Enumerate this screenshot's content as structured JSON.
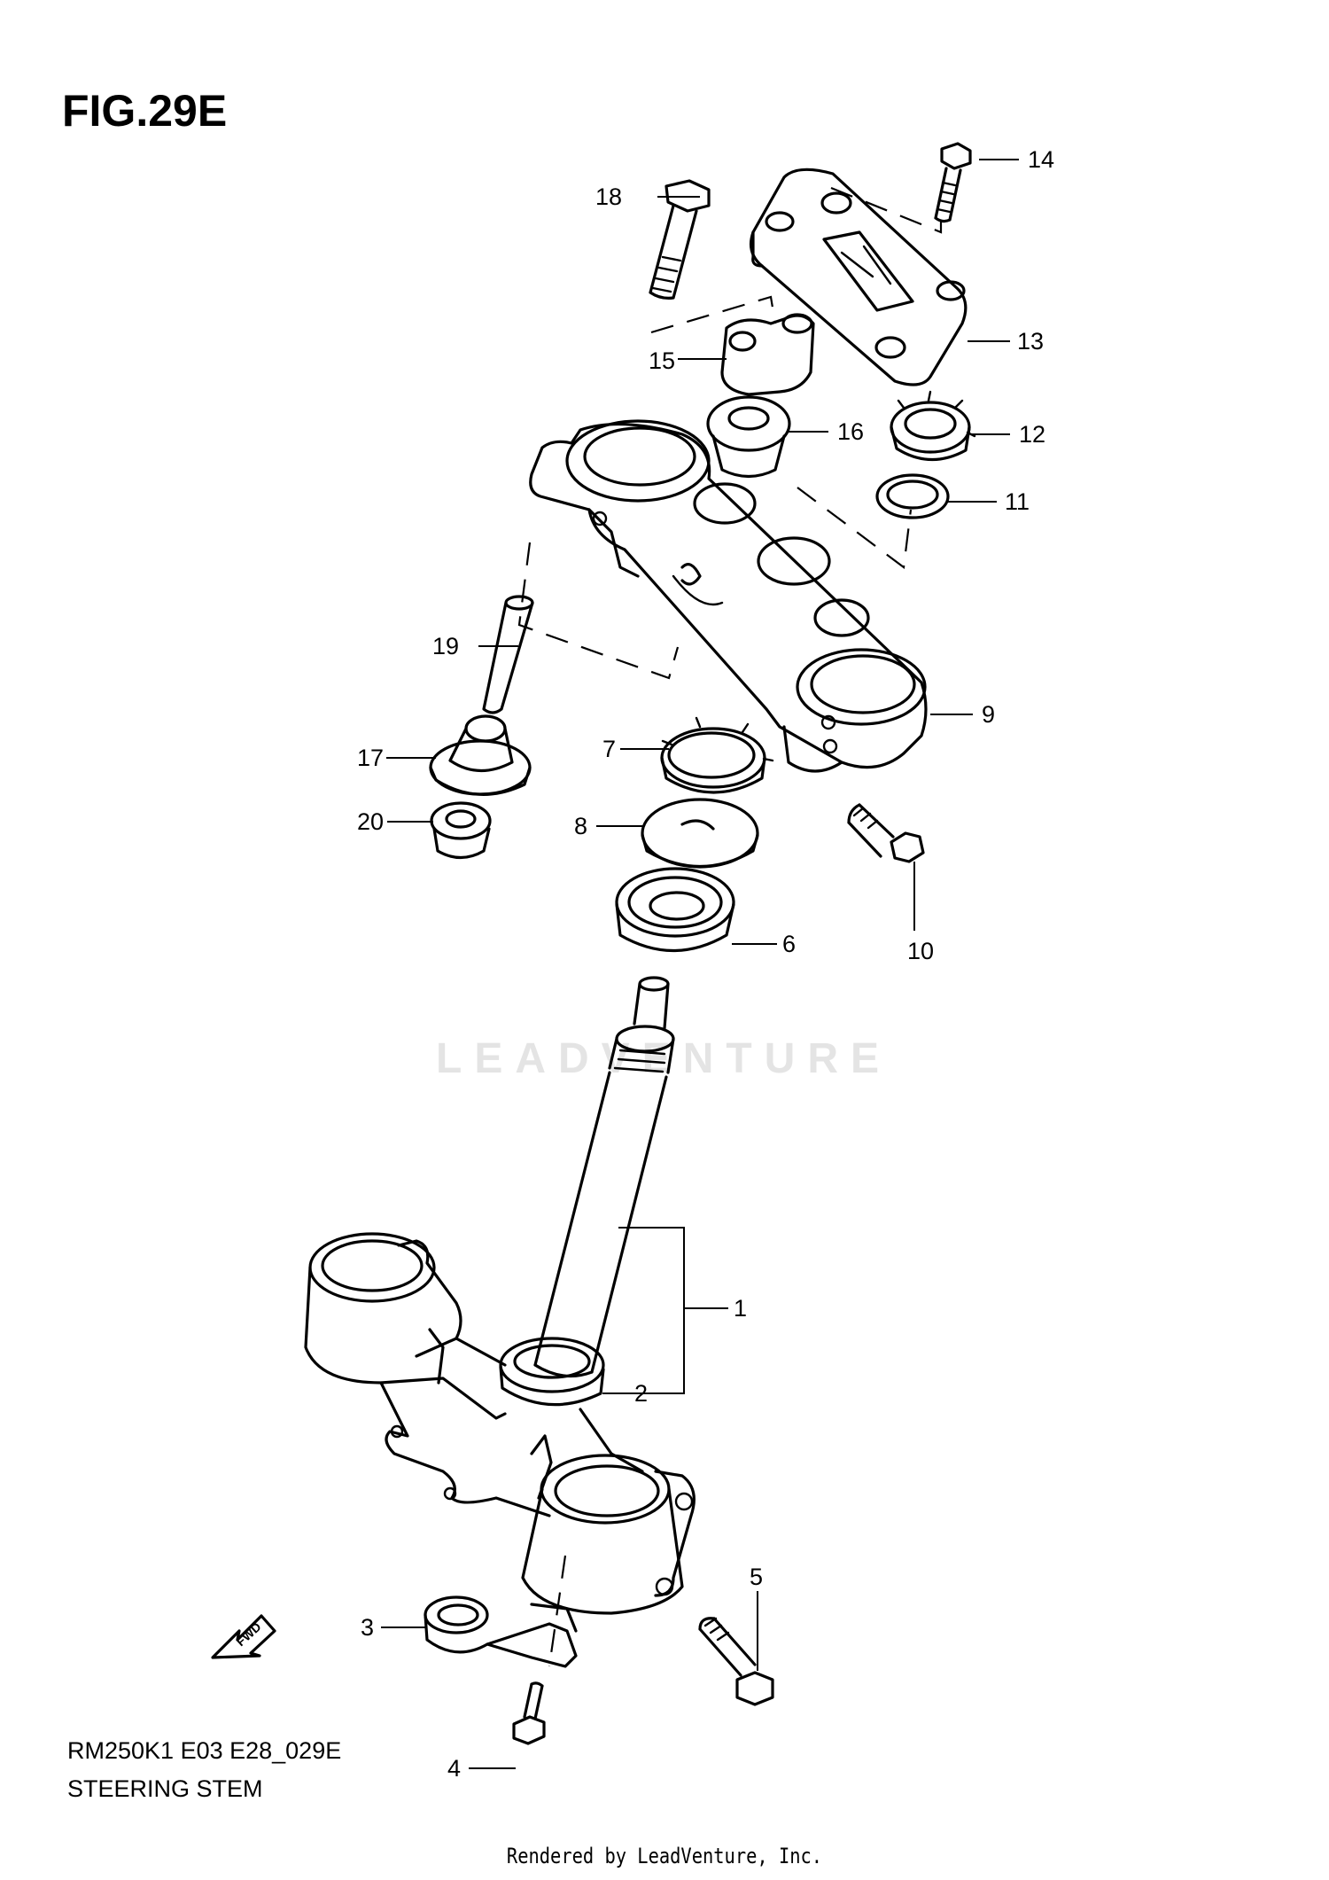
{
  "figure": {
    "title": "FIG.29E",
    "model_code": "RM250K1 E03 E28_029E",
    "section_name": "STEERING STEM",
    "footer": "Rendered by LeadVenture, Inc.",
    "watermark": "LEADVENTURE",
    "fwd_label": "FWD"
  },
  "callouts": [
    "1",
    "2",
    "3",
    "4",
    "5",
    "6",
    "7",
    "8",
    "9",
    "10",
    "11",
    "12",
    "13",
    "14",
    "15",
    "16",
    "17",
    "18",
    "19",
    "20"
  ]
}
